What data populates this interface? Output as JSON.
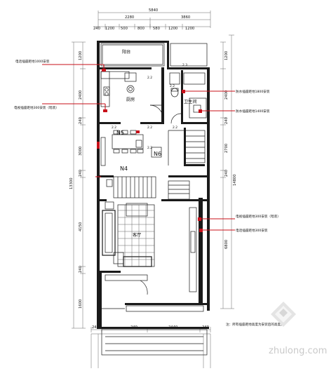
{
  "dimensions": {
    "top_overall": "5840",
    "top_left": "2280",
    "top_right": "3860",
    "top_row": [
      "240",
      "1200",
      "500",
      "800",
      "580",
      "1200",
      "1200"
    ],
    "left_vertical": [
      "1200",
      "2400",
      "240",
      "3000",
      "240",
      "4150",
      "240",
      "1600"
    ],
    "left_total": "13300",
    "right_vertical": [
      "1200",
      "2400",
      "240",
      "2700",
      "240",
      "6800"
    ],
    "right_total": "14800",
    "bottom_row": [
      "240",
      "240",
      "2440",
      "240"
    ]
  },
  "rooms": {
    "balcony": "阳台",
    "kitchen": "厨房",
    "toilet": "卫生间",
    "living": "客厅"
  },
  "room_codes": {
    "n5": "N5",
    "n6": "N6",
    "n4": "N4"
  },
  "areas": {
    "a1": "2.3",
    "a2": "2.2",
    "a3": "2.2",
    "a4": "2.2",
    "a5": "2.2",
    "a6": "2.2",
    "a7": "2.2"
  },
  "annotations": {
    "left1": "电话插座距地1000安装",
    "left2": "电视插座距地300安装（暗装）",
    "right1": "防水插座距地1800安装",
    "right2": "防水插座距地1400安装",
    "right3": "电视插座距地300安装（暗装）",
    "right4": "电话插座距地300安装",
    "footnote": "注：所有插座距地高度为安装后的高度。"
  },
  "watermark": {
    "text": "zhulong.com"
  }
}
